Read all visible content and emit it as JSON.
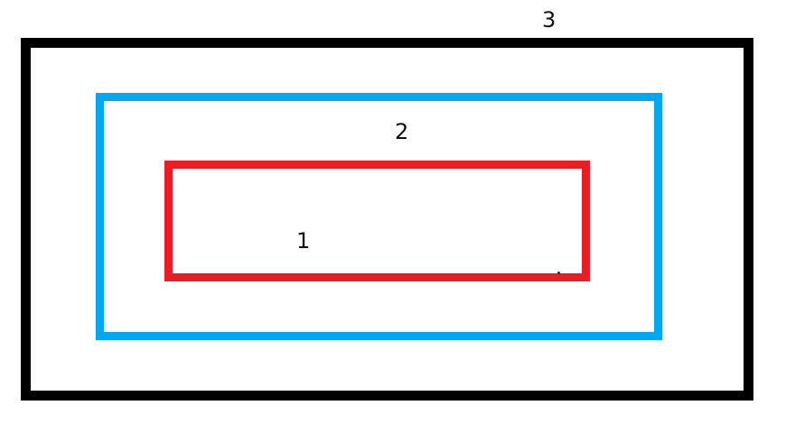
{
  "boxes": [
    {
      "label": "1",
      "color": "#ea1c24"
    },
    {
      "label": "2",
      "color": "#00a8f0"
    },
    {
      "label": "3",
      "color": "#000000"
    }
  ]
}
